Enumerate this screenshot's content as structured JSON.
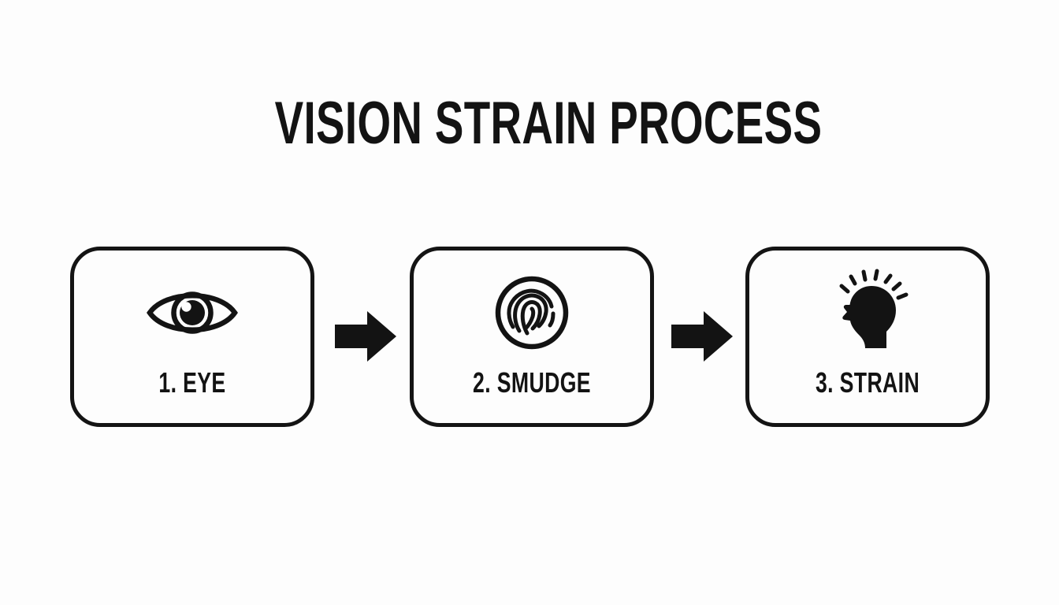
{
  "title": "VISION STRAIN PROCESS",
  "steps": [
    {
      "label": "1. EYE",
      "icon": "eye-icon"
    },
    {
      "label": "2. SMUDGE",
      "icon": "fingerprint-icon"
    },
    {
      "label": "3. STRAIN",
      "icon": "head-strain-icon"
    }
  ],
  "connectors": [
    {
      "icon": "arrow-right-icon"
    },
    {
      "icon": "arrow-right-icon"
    }
  ],
  "colors": {
    "ink": "#131313",
    "border": "#141414",
    "background": "#fdfdfd"
  }
}
